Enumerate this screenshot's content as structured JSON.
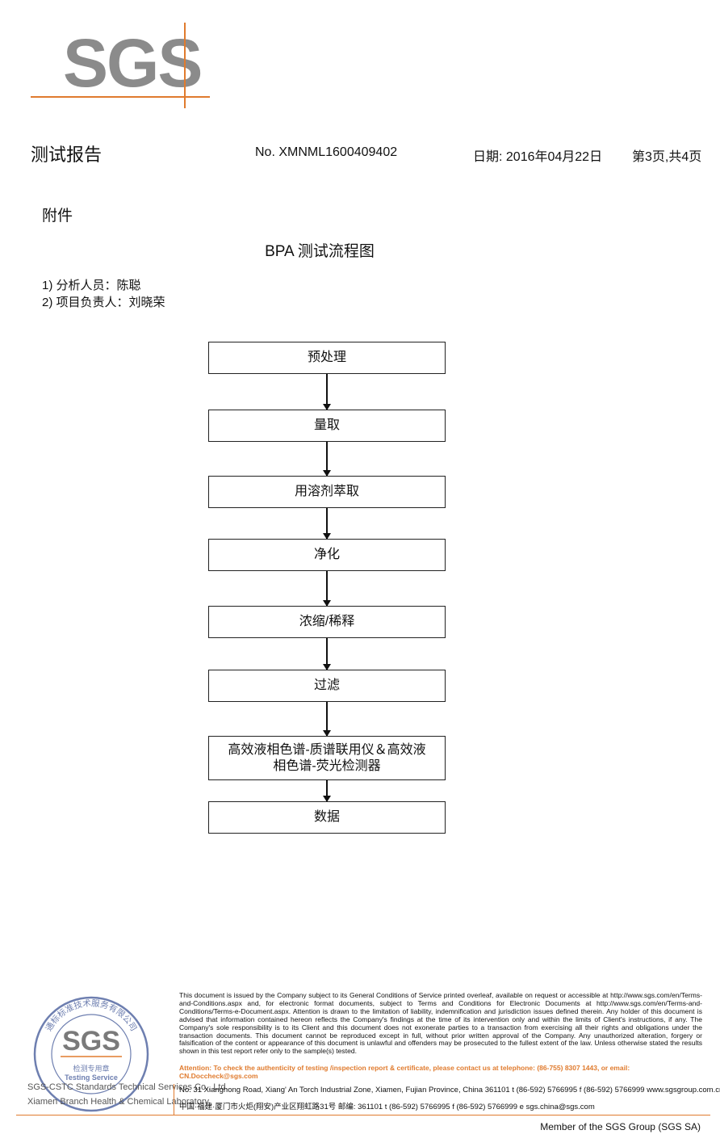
{
  "logo": {
    "text": "SGS",
    "color": "#8b8b8b",
    "accent": "#e07b2e"
  },
  "header": {
    "title": "测试报告",
    "report_no": "No. XMNML1600409402",
    "date": "日期: 2016年04月22日",
    "page": "第3页,共4页"
  },
  "section": "附件",
  "flowchart": {
    "title": "BPA 测试流程图",
    "personnel": [
      "1) 分析人员：陈聪",
      "2) 项目负责人：刘晓荣"
    ],
    "steps": [
      "预处理",
      "量取",
      "用溶剂萃取",
      "净化",
      "浓缩/稀释",
      "过滤",
      "高效液相色谱-质谱联用仪＆高效液相色谱-荧光检测器",
      "数据"
    ]
  },
  "footer": {
    "seal": {
      "ring_text": "通标标准技术服务有限公司",
      "center": "SGS",
      "label_cn": "检测专用章",
      "label_en": "Testing Service"
    },
    "company_en": "SGS-CSTC Standards Technical Services Co., Ltd.",
    "branch_en": "Xiamen Branch Health & Chemical Laboratory",
    "disclaimer": "This document is issued by the Company subject to its General Conditions of Service printed overleaf, available on request or accessible at http://www.sgs.com/en/Terms-and-Conditions.aspx and, for electronic format documents, subject to Terms and Conditions for Electronic Documents at http://www.sgs.com/en/Terms-and-Conditions/Terms-e-Document.aspx. Attention is drawn to the limitation of liability, indemnification and jurisdiction issues defined therein. Any holder of this document is advised that information contained hereon reflects the Company's findings at the time of its intervention only and within the limits of Client's instructions, if any. The Company's sole responsibility is to its Client and this document does not exonerate parties to a transaction from exercising all their rights and obligations under the transaction documents. This document cannot be reproduced except in full, without prior written approval of the Company. Any unauthorized alteration, forgery or falsification of the content or appearance of this document is unlawful and offenders may be prosecuted to the fullest extent of the law. Unless otherwise stated the results shown in this test report refer only to the sample(s) tested.",
    "attention": "Attention: To check the authenticity of testing /inspection report & certificate, please contact us at telephone: (86-755) 8307 1443, or email: CN.Doccheck@sgs.com",
    "address_en": "No. 31 Xianghong Road, Xiang' An Torch Industrial Zone, Xiamen, Fujian Province, China  361101   t (86-592) 5766995   f (86-592) 5766999   www.sgsgroup.com.cn",
    "address_cn": "中国·福建·厦门市火炬(翔安)产业区翔虹路31号          邮编: 361101   t (86-592) 5766995   f (86-592) 5766999   e sgs.china@sgs.com",
    "member": "Member of the SGS Group (SGS SA)"
  }
}
